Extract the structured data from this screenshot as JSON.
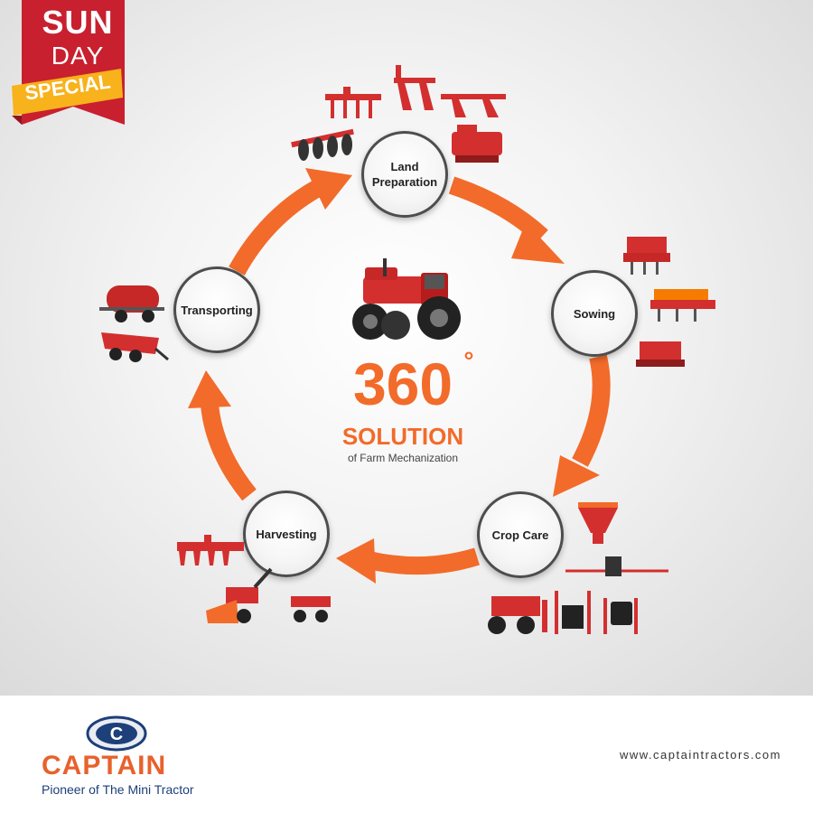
{
  "badge": {
    "line1": "SUN",
    "line2": "DAY",
    "line3": "SPECIAL"
  },
  "center": {
    "number": "360",
    "degree": "°",
    "solution": "SOLUTION",
    "subtitle": "of Farm Mechanization"
  },
  "stages": [
    {
      "label": "Land\nPreparation"
    },
    {
      "label": "Sowing"
    },
    {
      "label": "Crop Care"
    },
    {
      "label": "Harvesting"
    },
    {
      "label": "Transporting"
    }
  ],
  "brand": {
    "name": "CAPTAIN",
    "tagline": "Pioneer of The Mini Tractor",
    "logo_letter": "C",
    "website": "www.captaintractors.com"
  },
  "colors": {
    "orange": "#f26b2a",
    "red": "#d32f2f",
    "badge_red": "#c8202f",
    "badge_yellow": "#f8b21c",
    "brand_orange": "#e8612c",
    "brand_blue": "#1d3f7a"
  },
  "icons": [
    "tractor-icon",
    "cultivator-icon",
    "plough-icon",
    "disc-harrow-icon",
    "rotavator-icon",
    "seed-drill-icon",
    "planter-icon",
    "fertilizer-spreader-icon",
    "boom-sprayer-icon",
    "reaper-icon",
    "trailer-icon",
    "water-tanker-icon"
  ]
}
